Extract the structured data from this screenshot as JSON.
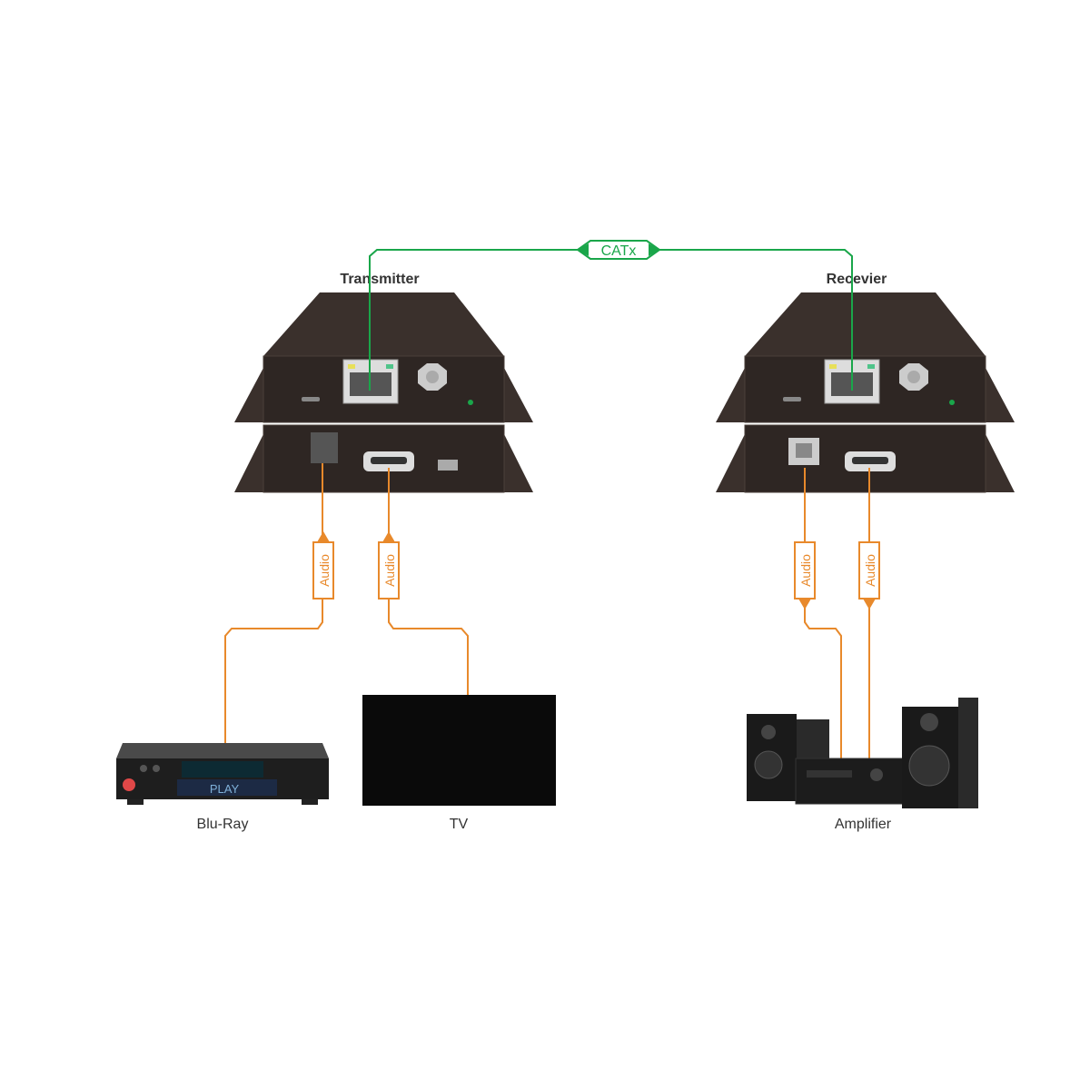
{
  "devices": {
    "transmitter": {
      "label": "Transmitter"
    },
    "receiver": {
      "label": "Recevier"
    }
  },
  "links": {
    "catx": {
      "label": "CATx",
      "color": "#1aa64a"
    },
    "audio": [
      {
        "label": "Audio"
      },
      {
        "label": "Audio"
      },
      {
        "label": "Audio"
      },
      {
        "label": "Audio"
      }
    ],
    "audio_color": "#e8892b"
  },
  "endpoints": {
    "bluray": {
      "label": "Blu-Ray",
      "screen_text": "PLAY"
    },
    "tv": {
      "label": "TV"
    },
    "amplifier": {
      "label": "Amplifier"
    }
  }
}
